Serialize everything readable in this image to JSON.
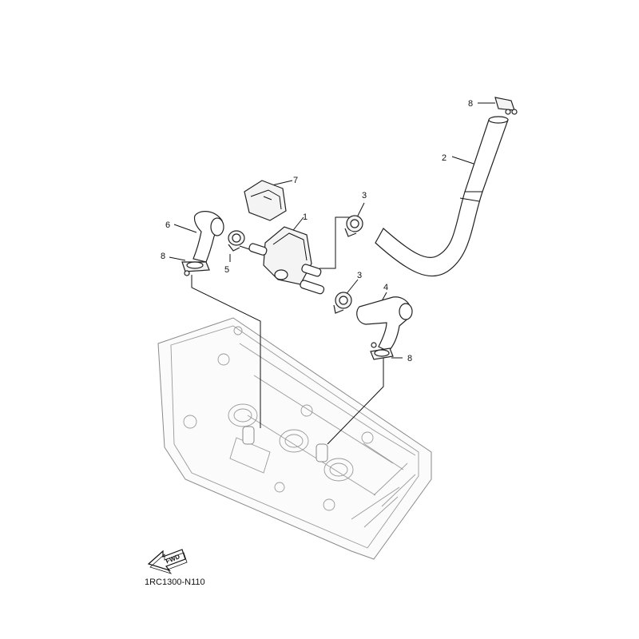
{
  "callouts": [
    {
      "id": "p1",
      "label": "1"
    },
    {
      "id": "p2",
      "label": "2"
    },
    {
      "id": "p3a",
      "label": "3"
    },
    {
      "id": "p3b",
      "label": "3"
    },
    {
      "id": "p4",
      "label": "4"
    },
    {
      "id": "p5",
      "label": "5"
    },
    {
      "id": "p6",
      "label": "6"
    },
    {
      "id": "p7",
      "label": "7"
    },
    {
      "id": "p8a",
      "label": "8"
    },
    {
      "id": "p8b",
      "label": "8"
    },
    {
      "id": "p8c",
      "label": "8"
    }
  ],
  "fwd_label": "FWD",
  "diagram_code": "1RC1300-N110"
}
